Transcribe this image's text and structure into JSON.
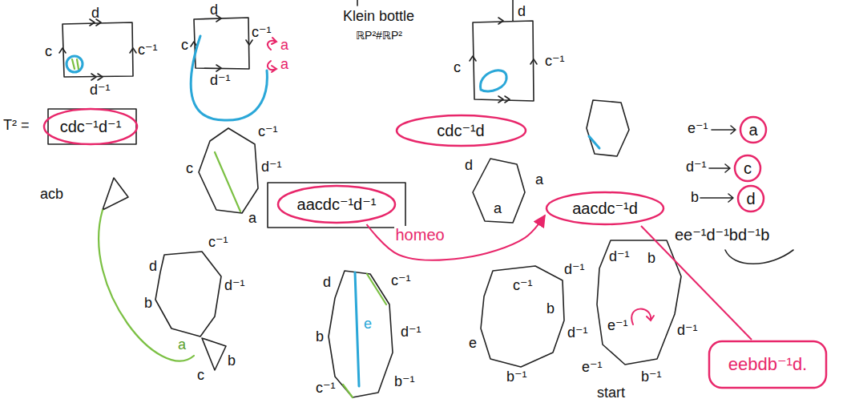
{
  "diagram": {
    "nodes": [
      {
        "text": [
          "cdc⁻¹d⁻¹"
        ]
      },
      {
        "text": [
          "cdc⁻¹d"
        ]
      },
      {
        "text": [
          "aacdc⁻¹d⁻¹"
        ]
      },
      {
        "text": [
          "aacdc⁻¹d"
        ]
      },
      {
        "text": [
          "eebdb⁻¹d."
        ]
      },
      {
        "text": [
          "a"
        ]
      },
      {
        "text": [
          "c"
        ]
      },
      {
        "text": [
          "d"
        ]
      }
    ],
    "edges": [
      {
        "from": 2,
        "to": 3,
        "label": "homeo",
        "arrow": "to"
      },
      {
        "from": 4,
        "to": 3,
        "arrow": "none"
      }
    ],
    "labels": [
      "d",
      "c",
      "c⁻¹",
      "d⁻¹",
      "T² =",
      "d",
      "c",
      "c⁻¹",
      "a",
      "a",
      "d⁻¹",
      "Klein bottle",
      "ℝP²#ℝP²",
      "d",
      "c",
      "c⁻¹",
      "c⁻¹",
      "c",
      "d⁻¹",
      "a",
      "acb",
      "d",
      "a",
      "a",
      "d",
      "c⁻¹",
      "b",
      "d⁻¹",
      "a",
      "b",
      "c",
      "d",
      "c⁻¹",
      "b",
      "e",
      "d⁻¹",
      "c⁻¹",
      "b⁻¹",
      "c⁻¹",
      "d⁻¹",
      "b",
      "e",
      "d⁻¹",
      "b⁻¹",
      "d⁻¹",
      "b",
      "e⁻¹",
      "d⁻¹",
      "e⁻¹",
      "b⁻¹",
      "start",
      "e⁻¹",
      "d⁻¹",
      "b",
      "ee⁻¹d⁻¹bd⁻¹b"
    ]
  }
}
